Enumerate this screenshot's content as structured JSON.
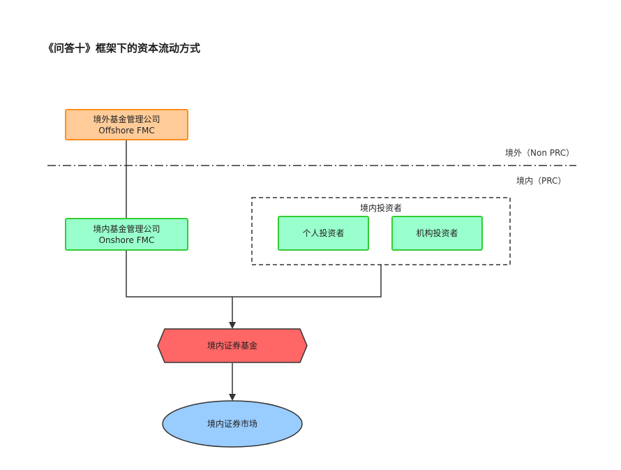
{
  "title": "《问答十》框架下的资本流动方式",
  "zones": {
    "offshore_label": "境外（Non PRC）",
    "onshore_label": "境内（PRC）"
  },
  "nodes": {
    "offshore_fmc": {
      "line1": "境外基金管理公司",
      "line2": "Offshore FMC"
    },
    "onshore_fmc": {
      "line1": "境内基金管理公司",
      "line2": "Onshore FMC"
    },
    "domestic_investors": {
      "title": "境内投资者"
    },
    "individual_investor": {
      "label": "个人投资者"
    },
    "institutional_investor": {
      "label": "机构投资者"
    },
    "domestic_fund": {
      "label": "境内证券基金"
    },
    "domestic_market": {
      "label": "境内证券市场"
    }
  },
  "colors": {
    "offshore_fill": "#ffcc99",
    "offshore_stroke": "#ff8c1a",
    "onshore_fill": "#99ffcc",
    "onshore_stroke": "#33cc33",
    "fund_fill": "#ff6666",
    "market_fill": "#99ccff",
    "line": "#333333"
  }
}
